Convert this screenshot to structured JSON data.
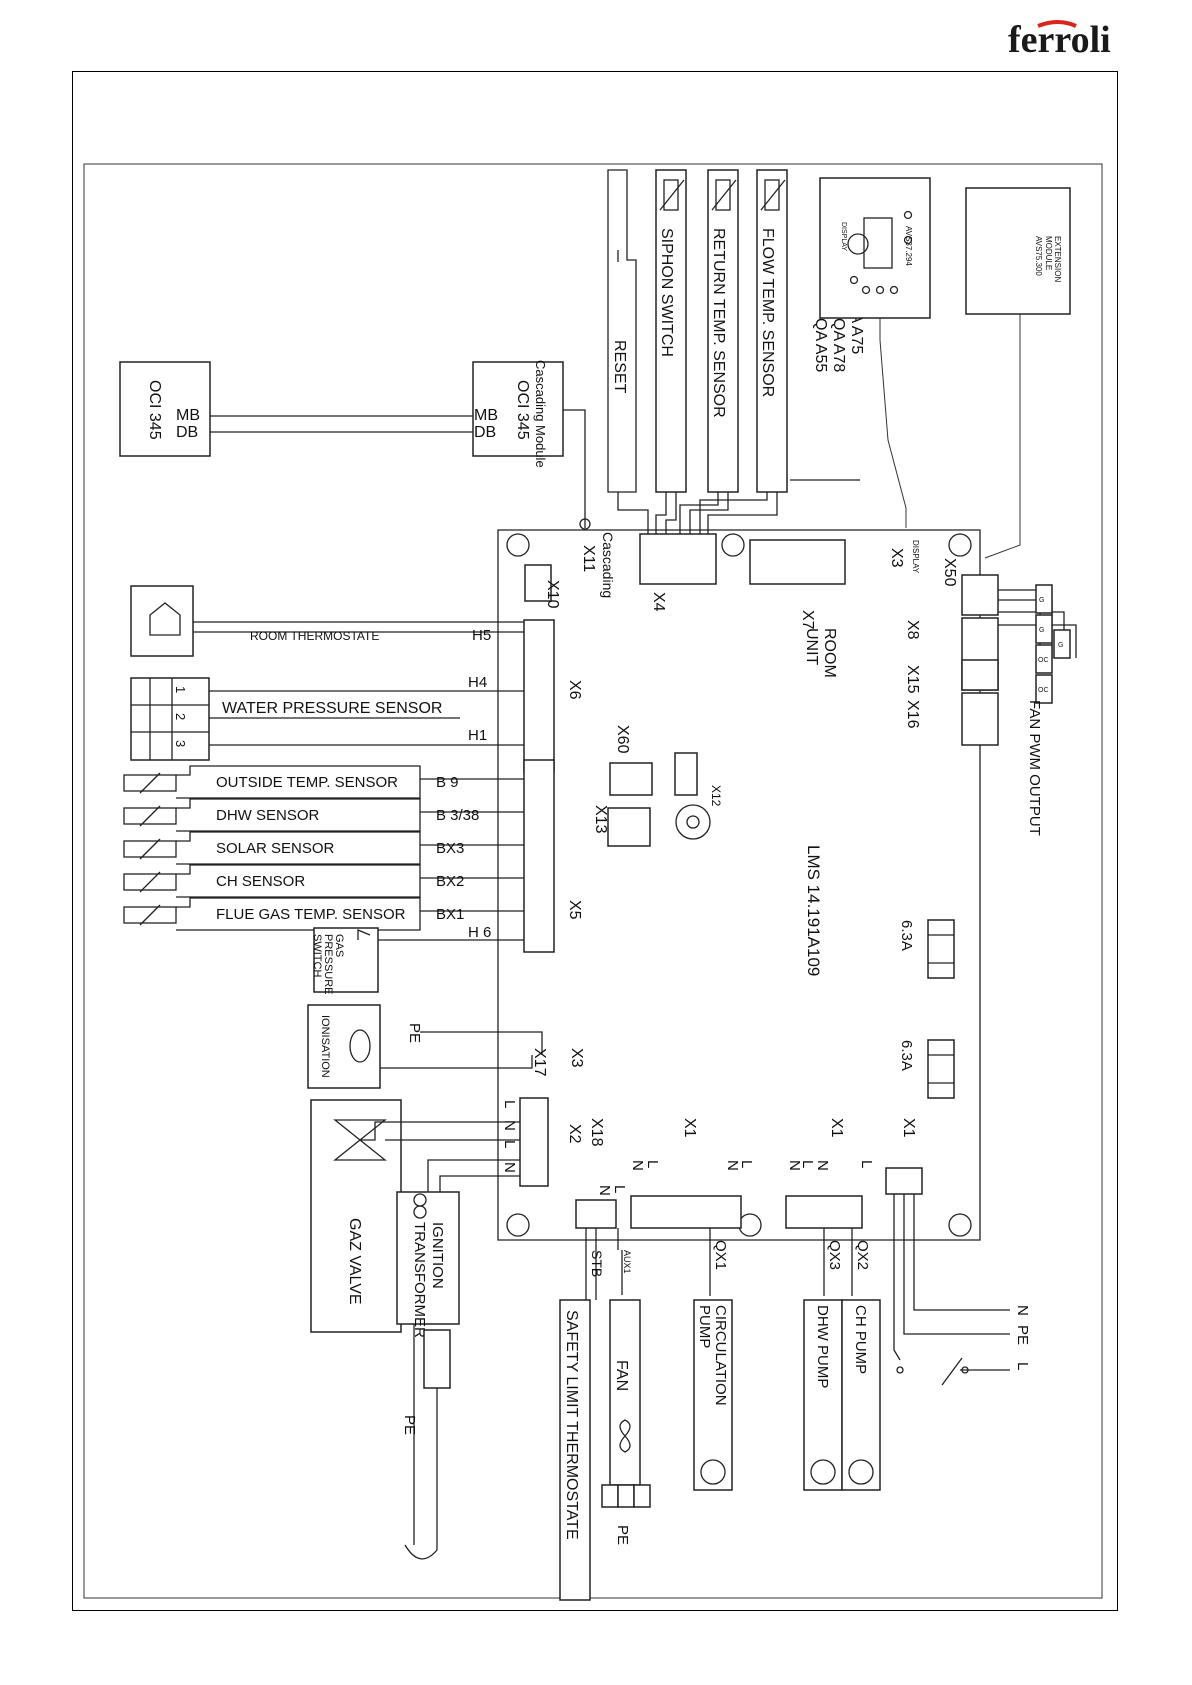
{
  "brand": {
    "logo_text": "ferroli",
    "logo_color": "#1a1a1a",
    "accent_color": "#d9261c"
  },
  "board": {
    "model": "LMS 14.191A109",
    "fuse_1": "6.3A",
    "fuse_2": "6.3A"
  },
  "cascade": {
    "module_left": "OCI 345",
    "module_right": "OCI 345",
    "module_right_caption": "Cascading Module",
    "wire_mb": "MB",
    "wire_db": "DB",
    "connector_label": "Cascading",
    "connector_id": "X11"
  },
  "top_sensors": {
    "items": [
      "RESET",
      "SIPHON SWITCH",
      "RETURN TEMP. SENSOR",
      "FLOW TEMP. SENSOR"
    ],
    "connector": "X4"
  },
  "room_unit": {
    "models": [
      "QA A75",
      "QA A78",
      "QA A55"
    ],
    "connector": "X7",
    "label_line1": "ROOM",
    "label_line2": "UNIT",
    "display_connector": "X3",
    "display_label": "DISPLAY",
    "display_model": "AVS37.294",
    "display_caption": "DISPLAY",
    "extension_line1": "EXTENSION",
    "extension_line2": "MODULE",
    "extension_model": "AVS75.300"
  },
  "right_connectors": {
    "x50": "X50",
    "x8": "X8",
    "x15": "X15",
    "x16": "X16",
    "fan_pwm": "FAN PWM OUTPUT",
    "pwm_pins": [
      "G",
      "G",
      "OC",
      "OC",
      "G"
    ]
  },
  "left_inputs": {
    "x10": "X10",
    "x6": "X6",
    "x5": "X5",
    "room_thermostat": "ROOM THERMOSTATE",
    "room_thermostat_terminal": "H5",
    "water_pressure": "WATER PRESSURE SENSOR",
    "water_pressure_terminals": [
      "H4",
      "H1"
    ],
    "water_pressure_pins": [
      "1",
      "2",
      "3"
    ],
    "sensors": [
      {
        "name": "OUTSIDE TEMP. SENSOR",
        "terminal": "B 9"
      },
      {
        "name": "DHW SENSOR",
        "terminal": "B 3/38"
      },
      {
        "name": "SOLAR SENSOR",
        "terminal": "BX3"
      },
      {
        "name": "CH SENSOR",
        "terminal": "BX2"
      },
      {
        "name": "FLUE GAS TEMP. SENSOR",
        "terminal": "BX1"
      }
    ],
    "gas_pressure_switch": [
      "GAS",
      "PRESSURE",
      "SWITCH"
    ],
    "gas_pressure_terminal": "H 6"
  },
  "board_internal": {
    "x60": "X60",
    "x12": "X12",
    "x13": "X13"
  },
  "ignition": {
    "pe": "PE",
    "ionisation": "IONISATION",
    "x17": "X17",
    "x3": "X3",
    "x2": "X2",
    "x18": "X18",
    "x2_terminals": [
      "L",
      "N",
      "L",
      "N"
    ],
    "gas_valve": "GAZ VALVE",
    "transformer_line1": "IGNITION",
    "transformer_line2": "TRANSFORMER",
    "transformer_pe": "PE"
  },
  "bottom_outputs": {
    "x1_a": "X1",
    "x1_b": "X1",
    "x1_c": "X1",
    "x18_terminals": [
      "N",
      "L"
    ],
    "aux_terminals": [
      "N",
      "L",
      "N",
      "L"
    ],
    "qx_terminals": [
      "N",
      "L",
      "N",
      "L"
    ],
    "stb": "STB",
    "aux1": "AUX1",
    "qx1": "QX1",
    "qx3": "QX3",
    "qx2": "QX2",
    "safety_limit": "SAFETY LIMIT THERMOSTATE",
    "fan": "FAN",
    "fan_pe": "PE",
    "circulation_line1": "CIRCULATION",
    "circulation_line2": "PUMP",
    "dhw_pump": "DHW PUMP",
    "ch_pump": "CH PUMP",
    "mains": [
      "N",
      "PE",
      "L"
    ]
  }
}
